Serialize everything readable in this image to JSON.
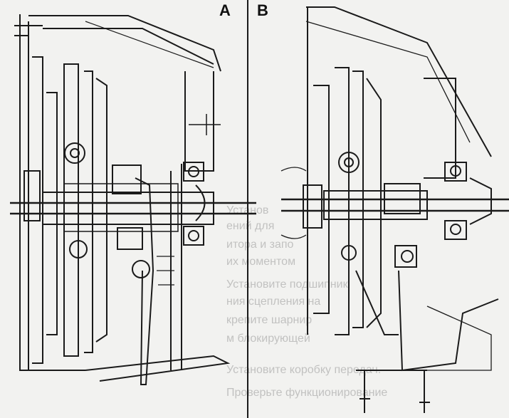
{
  "figure": {
    "panel_a_label": "A",
    "panel_b_label": "B"
  },
  "background_text": {
    "lines": [
      "Установ",
      "ений для",
      "итора и запо",
      "их моментом",
      "Установите подшипник",
      "ния сцепления на",
      "крепите шарнир",
      "м блокирующей",
      "Установите коробку передач.",
      "Проверьте функционирование"
    ]
  },
  "colors": {
    "ink": "#1a1a1a",
    "paper": "#f2f2f0",
    "ghost": "#9a9a9a"
  }
}
